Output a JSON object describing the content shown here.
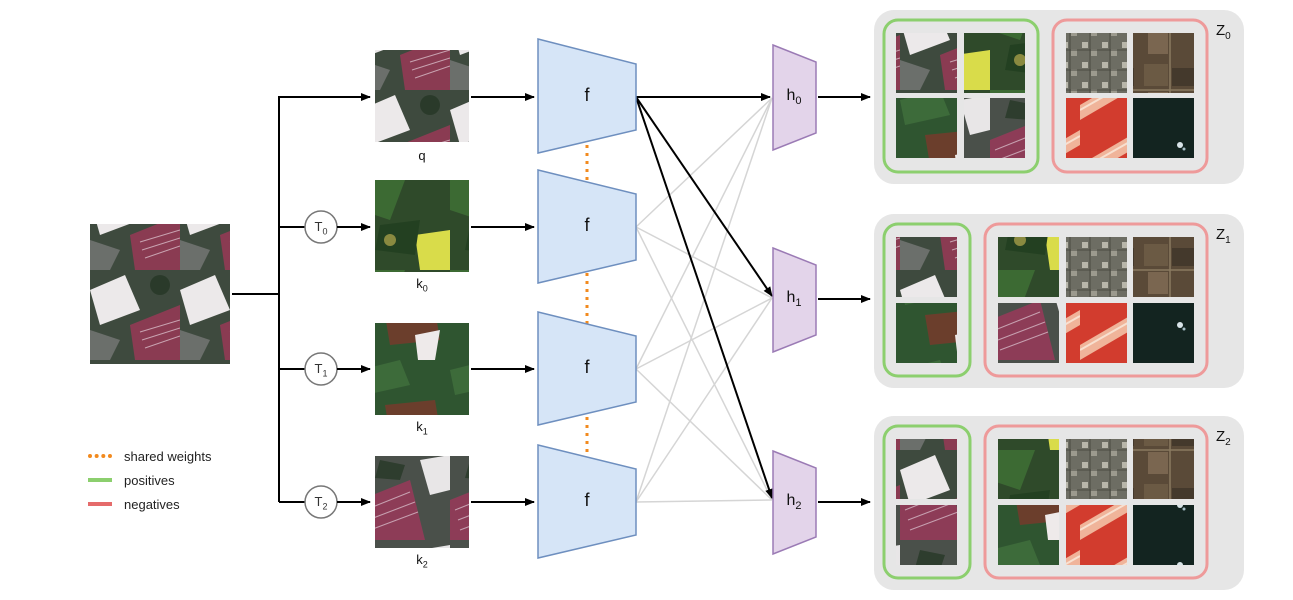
{
  "labels": {
    "query": "q",
    "key_letter": "k",
    "encoder": "f",
    "head_letter": "h",
    "aug_letter": "T",
    "space_letter": "Z",
    "indices": [
      "0",
      "1",
      "2"
    ]
  },
  "legend": {
    "shared_weights": "shared weights",
    "positives": "positives",
    "negatives": "negatives"
  },
  "colors": {
    "encoder_fill": "#d6e5f7",
    "encoder_stroke": "#6e8fbf",
    "head_fill": "#e3d4ea",
    "head_stroke": "#9b7bb5",
    "panel_fill": "#e6e6e6",
    "positive": "#8ccf6e",
    "negative": "#ee9a9a",
    "shared_weights": "#f28a1e",
    "faint_line": "#d5d5d5"
  },
  "images": {
    "input": "satellite-farmland-image",
    "views": [
      "view-q-image",
      "view-k0-image",
      "view-k1-image",
      "view-k2-image"
    ]
  }
}
